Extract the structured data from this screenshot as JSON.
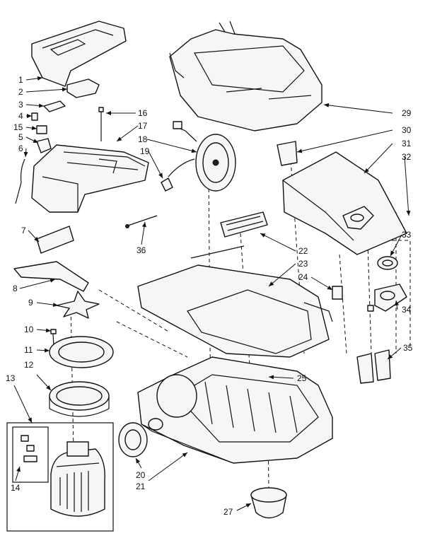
{
  "callouts": [
    "1",
    "2",
    "3",
    "4",
    "15",
    "5",
    "6",
    "16",
    "17",
    "18",
    "19",
    "29",
    "30",
    "31",
    "32",
    "7",
    "36",
    "22",
    "23",
    "24",
    "33",
    "8",
    "9",
    "34",
    "10",
    "11",
    "35",
    "25",
    "12",
    "13",
    "14",
    "20",
    "21",
    "27"
  ]
}
